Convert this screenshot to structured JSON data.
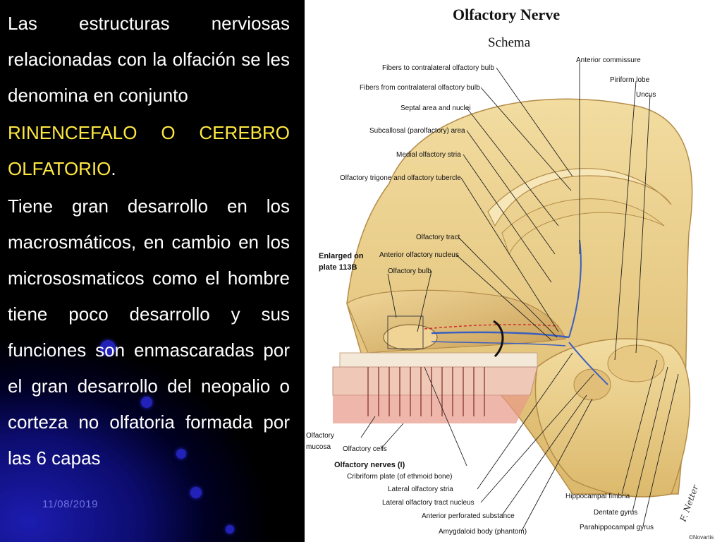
{
  "slide": {
    "paragraph1": "Las estructuras nerviosas relacionadas con la olfación se les denomina en conjunto",
    "highlight": "RINENCEFALO O CEREBRO OLFATORIO",
    "highlight_suffix": ".",
    "paragraph3": "Tiene gran desarrollo en los macrosmáticos, en cambio en los micrososmaticos como el hombre tiene poco desarrollo y sus funciones son enmascaradas por el gran desarrollo del neopalio o corteza no olfatoria formada por las 6 capas",
    "date": "11/08/2019"
  },
  "figure": {
    "title": "Olfactory Nerve",
    "subtitle": "Schema",
    "labels": {
      "fibers_to": "Fibers to contralateral olfactory bulb",
      "fibers_from": "Fibers from contralateral olfactory bulb",
      "septal": "Septal area and nuclei",
      "subcallosal": "Subcallosal (parolfactory) area",
      "medial_stria": "Medial olfactory stria",
      "trigone": "Olfactory trigone and olfactory tubercle",
      "anterior_commissure": "Anterior commissure",
      "piriform": "Piriform lobe",
      "uncus": "Uncus",
      "olfactory_tract": "Olfactory tract",
      "anterior_nucleus": "Anterior olfactory nucleus",
      "olfactory_bulb": "Olfactory bulb",
      "enlarged": "Enlarged on",
      "enlarged2": "plate 113B",
      "mucosa1": "Olfactory",
      "mucosa2": "mucosa",
      "cells": "Olfactory cells",
      "nerves": "Olfactory nerves (I)",
      "cribriform": "Cribriform plate (of ethmoid bone)",
      "lateral_stria": "Lateral olfactory stria",
      "lateral_tract_nucleus": "Lateral olfactory tract nucleus",
      "perforated": "Anterior perforated substance",
      "amygdaloid": "Amygdaloid body (phantom)",
      "fimbria": "Hippocampal fimbria",
      "dentate": "Dentate gyrus",
      "parahippocampal": "Parahippocampal gyrus",
      "signature": "F. Netter",
      "copyright": "©Novartis"
    }
  },
  "colors": {
    "accent_yellow": "#ffe840",
    "brain_tan": "#e9cf8c",
    "nerve_blue": "#3a5fc0",
    "nerve_red": "#d03030"
  }
}
